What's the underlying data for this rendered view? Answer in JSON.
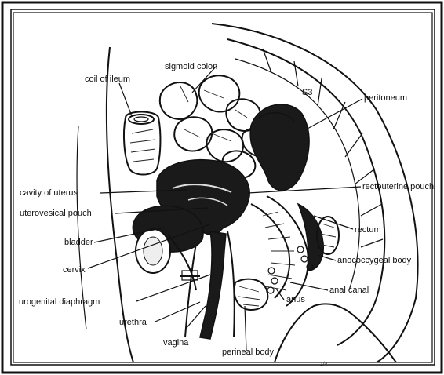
{
  "diagram": {
    "labels": {
      "sigmoid_colon": "sigmoid colon",
      "coil_of_ileum": "coil of ileum",
      "s3": "S3",
      "peritoneum": "peritoneum",
      "cavity_of_uterus": "cavity of uterus",
      "rectouterine_pouch": "rectouterine pouch",
      "uterovesical_pouch": "uterovesical pouch",
      "bladder": "bladder",
      "rectum": "rectum",
      "cervix": "cervix",
      "anococcygeal_body": "anococcygeal body",
      "anal_canal": "anal canal",
      "anus": "anus",
      "urogenital_diaphragm": "urogenital diaphragm",
      "urethra": "urethra",
      "vagina": "vagina",
      "perineal_body": "perineal body",
      "corner_mark": "1/4"
    }
  }
}
